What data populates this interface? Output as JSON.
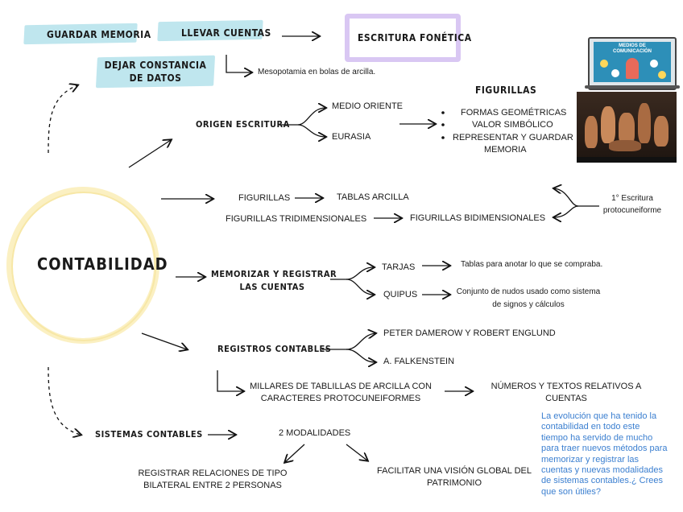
{
  "top": {
    "guardar_memoria": "GUARDAR MEMORIA",
    "llevar_cuentas": "LLEVAR CUENTAS",
    "escritura_fonetica": "ESCRITURA FONÉTICA",
    "dejar_constancia_l1": "DEJAR CONSTANCIA",
    "dejar_constancia_l2": "DE DATOS",
    "mesopotamia": "Mesopotamia en bolas de arcilla."
  },
  "center": {
    "title": "CONTABILIDAD"
  },
  "origen": {
    "title": "ORIGEN ESCRITURA",
    "medio_oriente": "MEDIO ORIENTE",
    "eurasia": "EURASIA",
    "figurillas_title": "FIGURILLAS",
    "bullets": [
      "FORMAS GEOMÉTRICAS",
      "VALOR SIMBÓLICO",
      "REPRESENTAR Y GUARDAR",
      "MEMORIA"
    ]
  },
  "thumbs": {
    "medios_l1": "MEDIOS DE",
    "medios_l2": "COMUNICACIÓN"
  },
  "evolucion": {
    "figurillas": "FIGURILLAS",
    "tablas_arcilla": "TABLAS ARCILLA",
    "tridimensionales": "FIGURILLAS TRIDIMENSIONALES",
    "bidimensionales": "FIGURILLAS BIDIMENSIONALES",
    "escritura_l1": "1° Escritura",
    "escritura_l2": "protocuneiforme"
  },
  "memorizar": {
    "title_l1": "MEMORIZAR Y REGISTRAR",
    "title_l2": "LAS CUENTAS",
    "tarjas": "TARJAS",
    "tarjas_desc": "Tablas para anotar lo que se compraba.",
    "quipus": "QUIPUS",
    "quipus_desc_l1": "Conjunto de nudos usado como sistema",
    "quipus_desc_l2": "de signos y cálculos"
  },
  "registros": {
    "title": "REGISTROS CONTABLES",
    "damerow": "PETER DAMEROW Y ROBERT ENGLUND",
    "falkenstein": "A. FALKENSTEIN",
    "millares_l1": "MILLARES DE TABLILLAS DE ARCILLA CON",
    "millares_l2": "CARACTERES PROTOCUNEIFORMES",
    "numeros_l1": "NÚMEROS Y TEXTOS RELATIVOS A",
    "numeros_l2": "CUENTAS"
  },
  "sistemas": {
    "title": "SISTEMAS CONTABLES",
    "modalidades": "2 MODALIDADES",
    "registrar_l1": "REGISTRAR RELACIONES DE TIPO",
    "registrar_l2": "BILATERAL ENTRE 2 PERSONAS",
    "facilitar_l1": "FACILITAR UNA VISIÓN GLOBAL DEL",
    "facilitar_l2": "PATRIMONIO"
  },
  "question": {
    "lines": [
      "La evolución que ha tenido la",
      "contabilidad en todo este",
      "tiempo ha servido de mucho",
      "para traer nuevos métodos para",
      "memorizar y registrar las",
      "cuentas y nuevas modalidades",
      "de sistemas contables.¿ Crees",
      "que son útiles?"
    ],
    "color": "#3b7fd0"
  },
  "colors": {
    "highlight": "#bfe6ee",
    "purple": "#d9c7f3",
    "yellow": "#fbf0c2"
  }
}
